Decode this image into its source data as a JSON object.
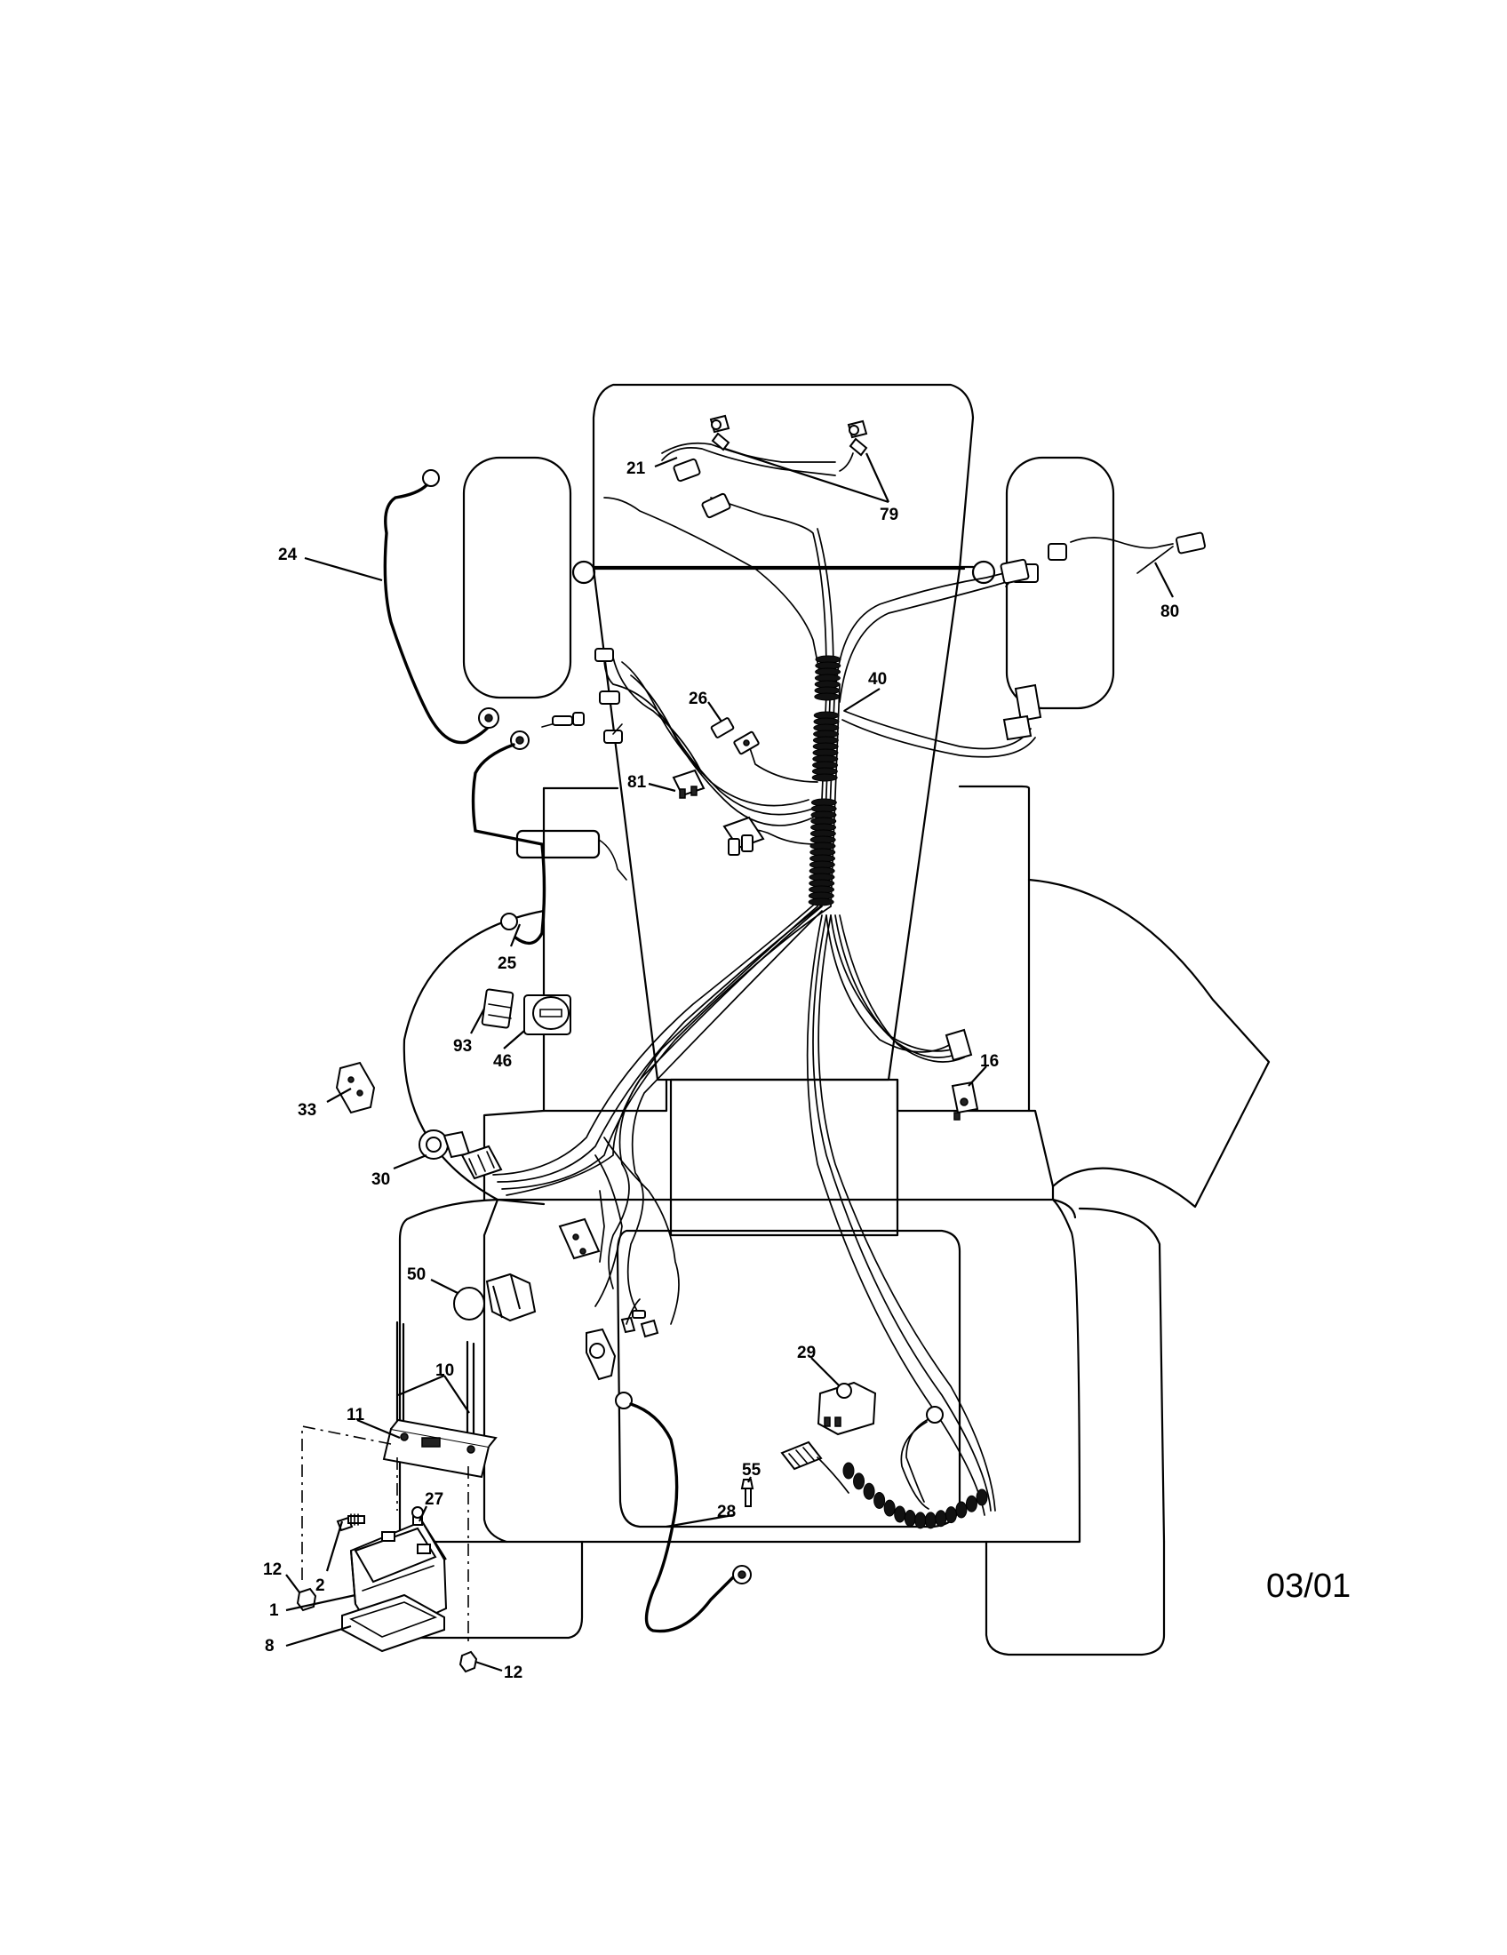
{
  "callouts": {
    "c1": "1",
    "c2": "2",
    "c8": "8",
    "c10": "10",
    "c11": "11",
    "c12a": "12",
    "c12b": "12",
    "c16": "16",
    "c21": "21",
    "c24": "24",
    "c25": "25",
    "c26": "26",
    "c27": "27",
    "c28": "28",
    "c29": "29",
    "c30": "30",
    "c33": "33",
    "c40": "40",
    "c46": "46",
    "c50": "50",
    "c55": "55",
    "c79": "79",
    "c80": "80",
    "c81": "81",
    "c93": "93"
  },
  "revision_date": "03/01"
}
